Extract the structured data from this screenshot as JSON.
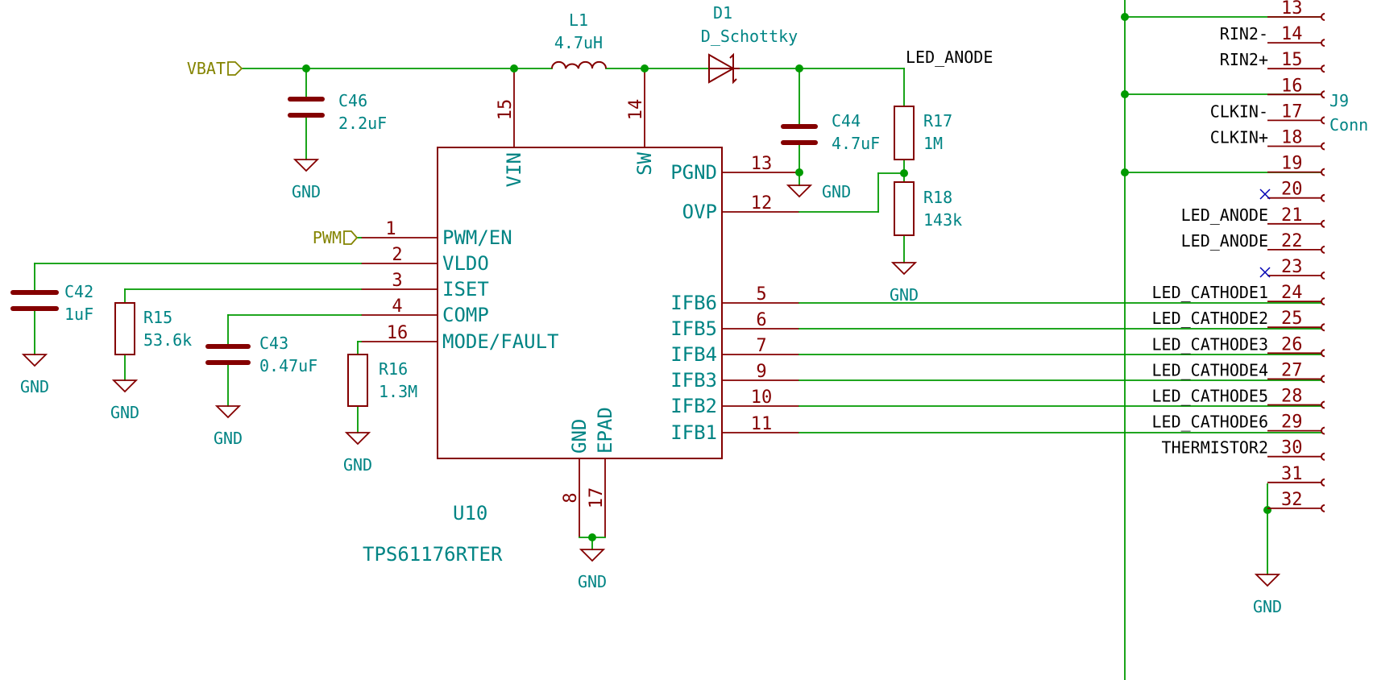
{
  "ic": {
    "ref": "U10",
    "value": "TPS61176RTER",
    "pins_left": [
      {
        "num": "1",
        "name": "PWM/EN"
      },
      {
        "num": "2",
        "name": "VLDO"
      },
      {
        "num": "3",
        "name": "ISET"
      },
      {
        "num": "4",
        "name": "COMP"
      },
      {
        "num": "16",
        "name": "MODE/FAULT"
      }
    ],
    "pins_right": [
      {
        "num": "13",
        "name": "PGND"
      },
      {
        "num": "12",
        "name": "OVP"
      },
      {
        "num": "5",
        "name": "IFB6"
      },
      {
        "num": "6",
        "name": "IFB5"
      },
      {
        "num": "7",
        "name": "IFB4"
      },
      {
        "num": "9",
        "name": "IFB3"
      },
      {
        "num": "10",
        "name": "IFB2"
      },
      {
        "num": "11",
        "name": "IFB1"
      }
    ],
    "pins_top": [
      {
        "num": "15",
        "name": "VIN"
      },
      {
        "num": "14",
        "name": "SW"
      }
    ],
    "pins_bottom": [
      {
        "num": "8",
        "name": "GND"
      },
      {
        "num": "17",
        "name": "EPAD"
      }
    ]
  },
  "components": {
    "L1": {
      "ref": "L1",
      "value": "4.7uH"
    },
    "D1": {
      "ref": "D1",
      "value": "D_Schottky"
    },
    "C46": {
      "ref": "C46",
      "value": "2.2uF"
    },
    "C44": {
      "ref": "C44",
      "value": "4.7uF"
    },
    "R17": {
      "ref": "R17",
      "value": "1M"
    },
    "R18": {
      "ref": "R18",
      "value": "143k"
    },
    "C42": {
      "ref": "C42",
      "value": "1uF"
    },
    "R15": {
      "ref": "R15",
      "value": "53.6k"
    },
    "C43": {
      "ref": "C43",
      "value": "0.47uF"
    },
    "R16": {
      "ref": "R16",
      "value": "1.3M"
    }
  },
  "global_labels": {
    "vbat": "VBAT",
    "pwm": "PWM"
  },
  "net_labels": {
    "led_anode_top": "LED_ANODE"
  },
  "gnd_label": "GND",
  "connector": {
    "ref": "J9",
    "value_partial": "Conn",
    "pins": [
      {
        "num": "13",
        "label": ""
      },
      {
        "num": "14",
        "label": "RIN2-"
      },
      {
        "num": "15",
        "label": "RIN2+"
      },
      {
        "num": "16",
        "label": ""
      },
      {
        "num": "17",
        "label": "CLKIN-"
      },
      {
        "num": "18",
        "label": "CLKIN+"
      },
      {
        "num": "19",
        "label": ""
      },
      {
        "num": "20",
        "label": ""
      },
      {
        "num": "21",
        "label": "LED_ANODE"
      },
      {
        "num": "22",
        "label": "LED_ANODE"
      },
      {
        "num": "23",
        "label": ""
      },
      {
        "num": "24",
        "label": "LED_CATHODE1"
      },
      {
        "num": "25",
        "label": "LED_CATHODE2"
      },
      {
        "num": "26",
        "label": "LED_CATHODE3"
      },
      {
        "num": "27",
        "label": "LED_CATHODE4"
      },
      {
        "num": "28",
        "label": "LED_CATHODE5"
      },
      {
        "num": "29",
        "label": "LED_CATHODE6"
      },
      {
        "num": "30",
        "label": "THERMISTOR2"
      },
      {
        "num": "31",
        "label": ""
      },
      {
        "num": "32",
        "label": ""
      }
    ]
  },
  "colors": {
    "wire": "#009a00",
    "symbol": "#840000",
    "text": "#008484",
    "global_label": "#848400",
    "no_connect": "#0000b4"
  }
}
